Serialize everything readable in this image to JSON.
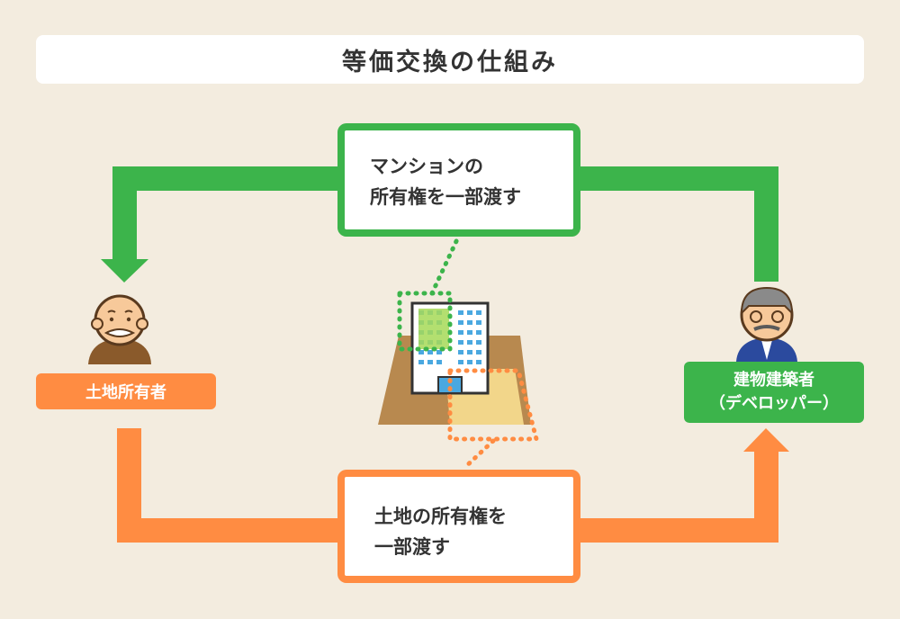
{
  "title": "等価交換の仕組み",
  "top_box": {
    "line1": "マンションの",
    "line2": "所有権を一部渡す"
  },
  "bottom_box": {
    "line1": "土地の所有権を",
    "line2": "一部渡す"
  },
  "landowner": {
    "label": "土地所有者"
  },
  "developer": {
    "line1": "建物建築者",
    "line2": "（デベロッパー）"
  },
  "colors": {
    "background": "#f3ecdf",
    "green": "#3cb44b",
    "orange": "#ff8c42",
    "text": "#333333"
  },
  "icons": [
    "landowner-elder-icon",
    "developer-man-icon",
    "building-on-land-icon",
    "down-arrow-icon",
    "up-arrow-icon"
  ]
}
